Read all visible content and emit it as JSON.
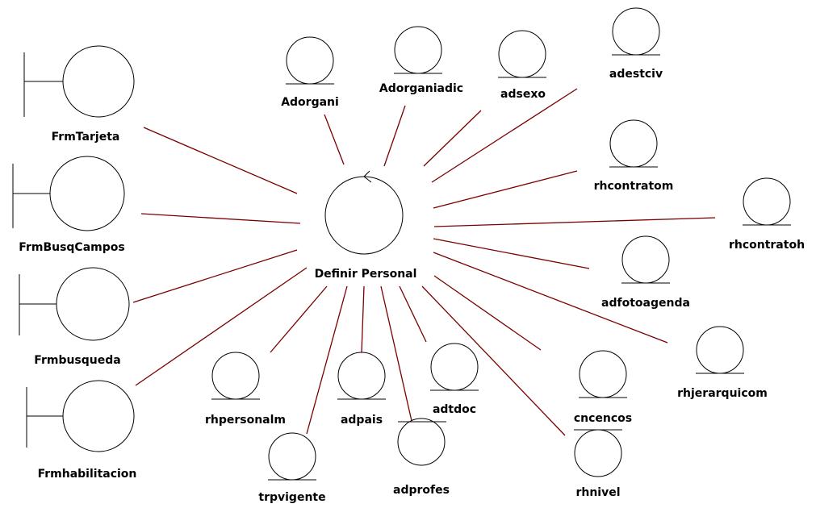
{
  "diagram": {
    "type": "UML robustness diagram",
    "colors": {
      "association": "#7a0000",
      "outline": "#000000",
      "background": "#ffffff"
    },
    "control": {
      "label": "Definir Personal",
      "icon": "control-circle-with-arrow-icon"
    },
    "boundaries": [
      {
        "label": "FrmTarjeta",
        "icon": "boundary-circle-icon"
      },
      {
        "label": "FrmBusqCampos",
        "icon": "boundary-circle-icon"
      },
      {
        "label": "Frmbusqueda",
        "icon": "boundary-circle-icon"
      },
      {
        "label": "Frmhabilitacion",
        "icon": "boundary-circle-icon"
      }
    ],
    "entities": [
      {
        "label": "Adorgani",
        "icon": "entity-circle-icon"
      },
      {
        "label": "Adorganiadic",
        "icon": "entity-circle-icon"
      },
      {
        "label": "adsexo",
        "icon": "entity-circle-icon"
      },
      {
        "label": "adestciv",
        "icon": "entity-circle-icon"
      },
      {
        "label": "rhcontratom",
        "icon": "entity-circle-icon"
      },
      {
        "label": "rhcontratoh",
        "icon": "entity-circle-icon"
      },
      {
        "label": "adfotoagenda",
        "icon": "entity-circle-icon"
      },
      {
        "label": "rhjerarquicom",
        "icon": "entity-circle-icon"
      },
      {
        "label": "cncencos",
        "icon": "entity-circle-icon"
      },
      {
        "label": "rhnivel",
        "icon": "entity-circle-icon"
      },
      {
        "label": "adtdoc",
        "icon": "entity-circle-icon"
      },
      {
        "label": "adprofes",
        "icon": "entity-circle-icon"
      },
      {
        "label": "adpais",
        "icon": "entity-circle-icon"
      },
      {
        "label": "trpvigente",
        "icon": "entity-circle-icon"
      },
      {
        "label": "rhpersonalm",
        "icon": "entity-circle-icon"
      }
    ]
  }
}
